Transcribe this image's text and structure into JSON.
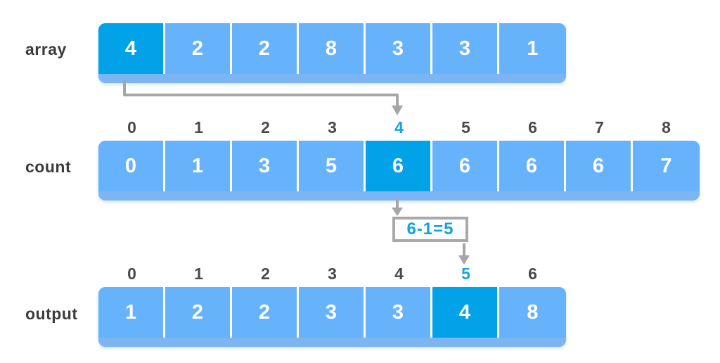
{
  "colors": {
    "cell": "#67b3fb",
    "cell_highlight": "#02a2e8",
    "cell_base": "#7cb5f1",
    "cell_text": "#ffffff",
    "index_text": "#4a4a4a",
    "index_highlight": "#1aa2e0",
    "label_text": "#3c3c3c",
    "arrow": "#a6a6a6",
    "formula_text": "#14a0e0",
    "formula_border": "#a9a9a9"
  },
  "arrays": {
    "array": {
      "label": "array",
      "values": [
        4,
        2,
        2,
        8,
        3,
        3,
        1
      ],
      "highlight_cell": 0,
      "indices": null,
      "highlight_index": null
    },
    "count": {
      "label": "count",
      "values": [
        0,
        1,
        3,
        5,
        6,
        6,
        6,
        6,
        7
      ],
      "highlight_cell": 4,
      "indices": [
        0,
        1,
        2,
        3,
        4,
        5,
        6,
        7,
        8
      ],
      "highlight_index": 4
    },
    "output": {
      "label": "output",
      "values": [
        1,
        2,
        2,
        3,
        3,
        4,
        8
      ],
      "highlight_cell": 5,
      "indices": [
        0,
        1,
        2,
        3,
        4,
        5,
        6
      ],
      "highlight_index": 5
    }
  },
  "annotation": {
    "formula": "6-1=5"
  }
}
